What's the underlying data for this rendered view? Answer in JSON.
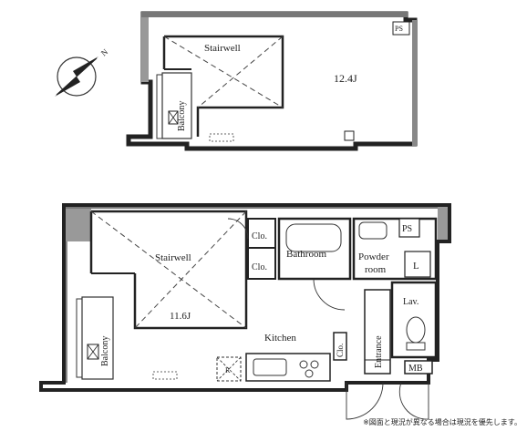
{
  "compass": {
    "north_label": "N"
  },
  "upper_floor": {
    "stairwell": "Stairwell",
    "room_size": "12.4J",
    "balcony": "Balcony",
    "ps": "PS"
  },
  "lower_floor": {
    "stairwell": "Stairwell",
    "room_size": "11.6J",
    "closet_1": "Clo.",
    "closet_2": "Clo.",
    "closet_3": "Clo.",
    "bathroom": "Bathroom",
    "powder_room_1": "Powder",
    "powder_room_2": "room",
    "ps": "PS",
    "laundry": "L",
    "lavatory": "Lav.",
    "kitchen": "Kitchen",
    "entrance": "Entrance",
    "balcony": "Balcony",
    "mb": "MB",
    "fridge": "R"
  },
  "footnote": "※図面と現況が異なる場合は現況を優先します。"
}
